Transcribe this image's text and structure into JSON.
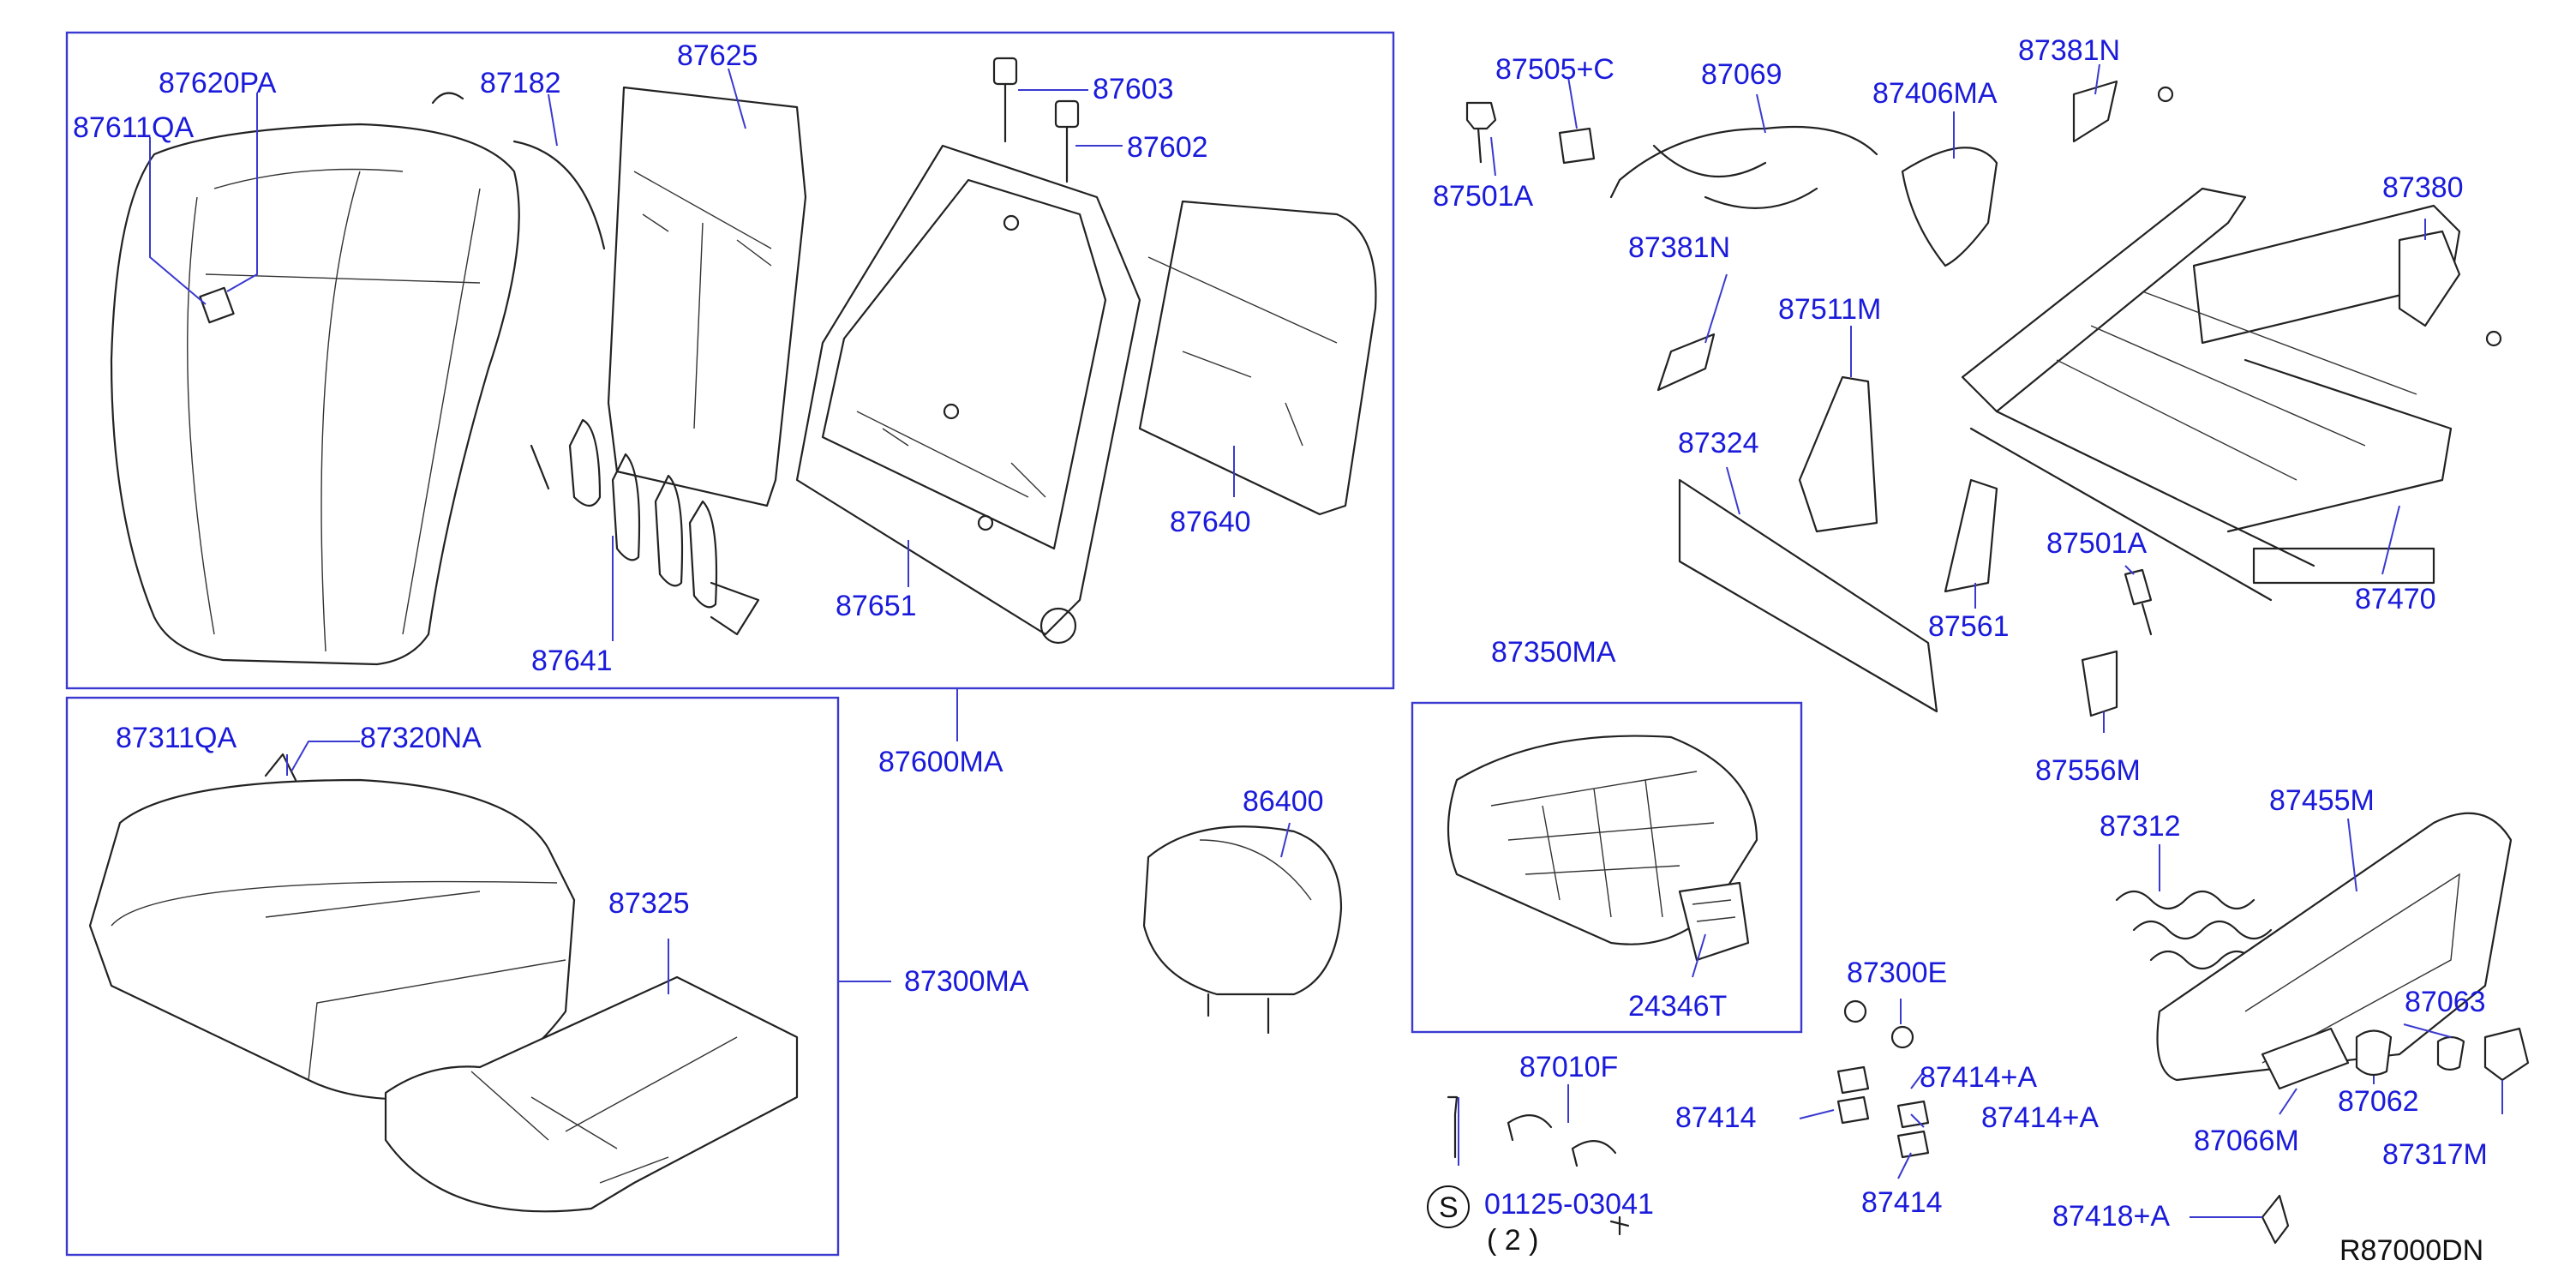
{
  "diagram": {
    "reference_code": "R87000DN",
    "labels": {
      "l87620PA": "87620PA",
      "l87611QA": "87611QA",
      "l87182": "87182",
      "l87625": "87625",
      "l87603": "87603",
      "l87602": "87602",
      "l87641": "87641",
      "l87651": "87651",
      "l87640": "87640",
      "l87600MA": "87600MA",
      "l87311QA": "87311QA",
      "l87320NA": "87320NA",
      "l87325": "87325",
      "l87300MA": "87300MA",
      "l86400": "86400",
      "l87505C": "87505+C",
      "l87501A_a": "87501A",
      "l87069": "87069",
      "l87406MA": "87406MA",
      "l87381N_a": "87381N",
      "l87381N_b": "87381N",
      "l87380": "87380",
      "l87511M": "87511M",
      "l87324": "87324",
      "l87561": "87561",
      "l87501A_b": "87501A",
      "l87470": "87470",
      "l87556M": "87556M",
      "l87350MA": "87350MA",
      "l24346T": "24346T",
      "l87312": "87312",
      "l87455M": "87455M",
      "l87300E": "87300E",
      "l87414A_a": "87414+A",
      "l87414A_b": "87414+A",
      "l87414_a": "87414",
      "l87414_b": "87414",
      "l87010F": "87010F",
      "l0112503041": "01125-03041",
      "lqty": "( 2 )",
      "lS": "S",
      "l87063": "87063",
      "l87062": "87062",
      "l87066M": "87066M",
      "l87317M": "87317M",
      "l87418A": "87418+A"
    }
  }
}
